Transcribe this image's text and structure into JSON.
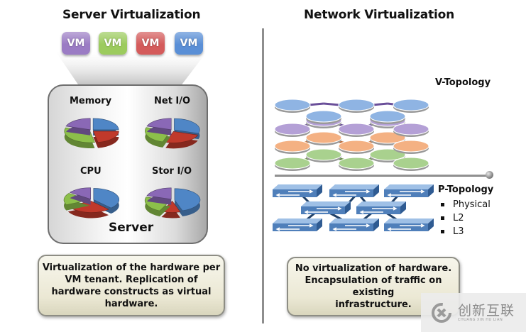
{
  "server_virtualization": {
    "title": "Server Virtualization",
    "vms": [
      {
        "label": "VM",
        "color": "#9b7cc4"
      },
      {
        "label": "VM",
        "color": "#9ccb5e"
      },
      {
        "label": "VM",
        "color": "#d45b5b"
      },
      {
        "label": "VM",
        "color": "#5a8fd6"
      }
    ],
    "resources": [
      {
        "label": "Memory",
        "slices": [
          {
            "color": "blue",
            "share": 0.25
          },
          {
            "color": "red",
            "share": 0.22
          },
          {
            "color": "green",
            "share": 0.33
          },
          {
            "color": "purple",
            "share": 0.2
          }
        ]
      },
      {
        "label": "Net I/O",
        "slices": [
          {
            "color": "blue",
            "share": 0.3
          },
          {
            "color": "red",
            "share": 0.25
          },
          {
            "color": "green",
            "share": 0.25
          },
          {
            "color": "purple",
            "share": 0.2
          }
        ]
      },
      {
        "label": "CPU",
        "slices": [
          {
            "color": "blue",
            "share": 0.38
          },
          {
            "color": "red",
            "share": 0.3
          },
          {
            "color": "green",
            "share": 0.17
          },
          {
            "color": "purple",
            "share": 0.15
          }
        ]
      },
      {
        "label": "Stor I/O",
        "slices": [
          {
            "color": "blue",
            "share": 0.45
          },
          {
            "color": "red",
            "share": 0.12
          },
          {
            "color": "green",
            "share": 0.23
          },
          {
            "color": "purple",
            "share": 0.2
          }
        ]
      }
    ],
    "server_label": "Server",
    "note_lines": [
      "Virtualization of the hardware per",
      "VM tenant.  Replication of",
      "hardware constructs as virtual",
      "hardware."
    ]
  },
  "network_virtualization": {
    "title": "Network Virtualization",
    "v_topology_label": "V-Topology",
    "v_layers": [
      "green",
      "orange",
      "purple",
      "blue"
    ],
    "p_topology_label": "P-Topology",
    "p_topology_items": [
      "Physical",
      "L2",
      "L3"
    ],
    "note_lines": [
      "No virtualization of hardware.",
      "Encapsulation of traffic on existing",
      "infrastructure."
    ]
  },
  "palette": {
    "blue": "#4f86c6",
    "red": "#c0392b",
    "green": "#8cbf4a",
    "purple": "#8a68b6",
    "orange": "#f2a45f"
  },
  "watermark": {
    "cn": "创新互联",
    "en": "CHUANG XIN HU LIAN"
  }
}
